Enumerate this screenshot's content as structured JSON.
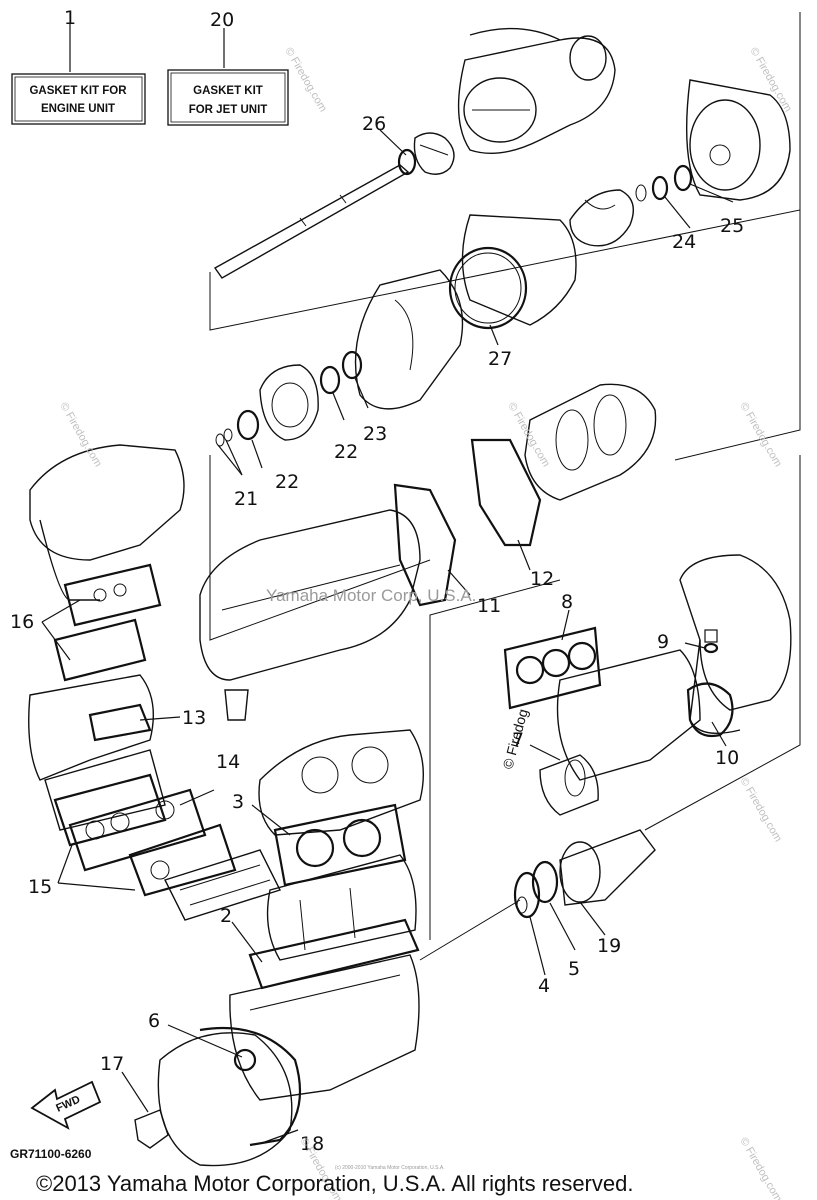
{
  "kit_boxes": [
    {
      "number": "1",
      "line1": "GASKET KIT FOR",
      "line2": "ENGINE UNIT"
    },
    {
      "number": "20",
      "line1": "GASKET KIT",
      "line2": "FOR JET UNIT"
    }
  ],
  "callouts": {
    "n26": "26",
    "n25": "25",
    "n24": "24",
    "n27": "27",
    "n22a": "22",
    "n23": "23",
    "n22b": "22",
    "n21": "21",
    "n12": "12",
    "n11": "11",
    "n16": "16",
    "n8": "8",
    "n9": "9",
    "n10": "10",
    "n13": "13",
    "n7": "7",
    "n14": "14",
    "n3": "3",
    "n15": "15",
    "n2": "2",
    "n19": "19",
    "n5": "5",
    "n4": "4",
    "n6": "6",
    "n17": "17",
    "n18": "18"
  },
  "watermarks": {
    "main": "Yamaha Motor Corp, U.S.A.",
    "firedog": "© Firedog.com",
    "firedog_short": "© Firedog"
  },
  "fwd_label": "FWD",
  "diagram_code": "GR71100-6260",
  "footer_tiny": "(c) 2000-2010 Yamaha Motor Corporation, U.S.A.",
  "copyright": "©2013 Yamaha Motor Corporation, U.S.A. All rights reserved."
}
